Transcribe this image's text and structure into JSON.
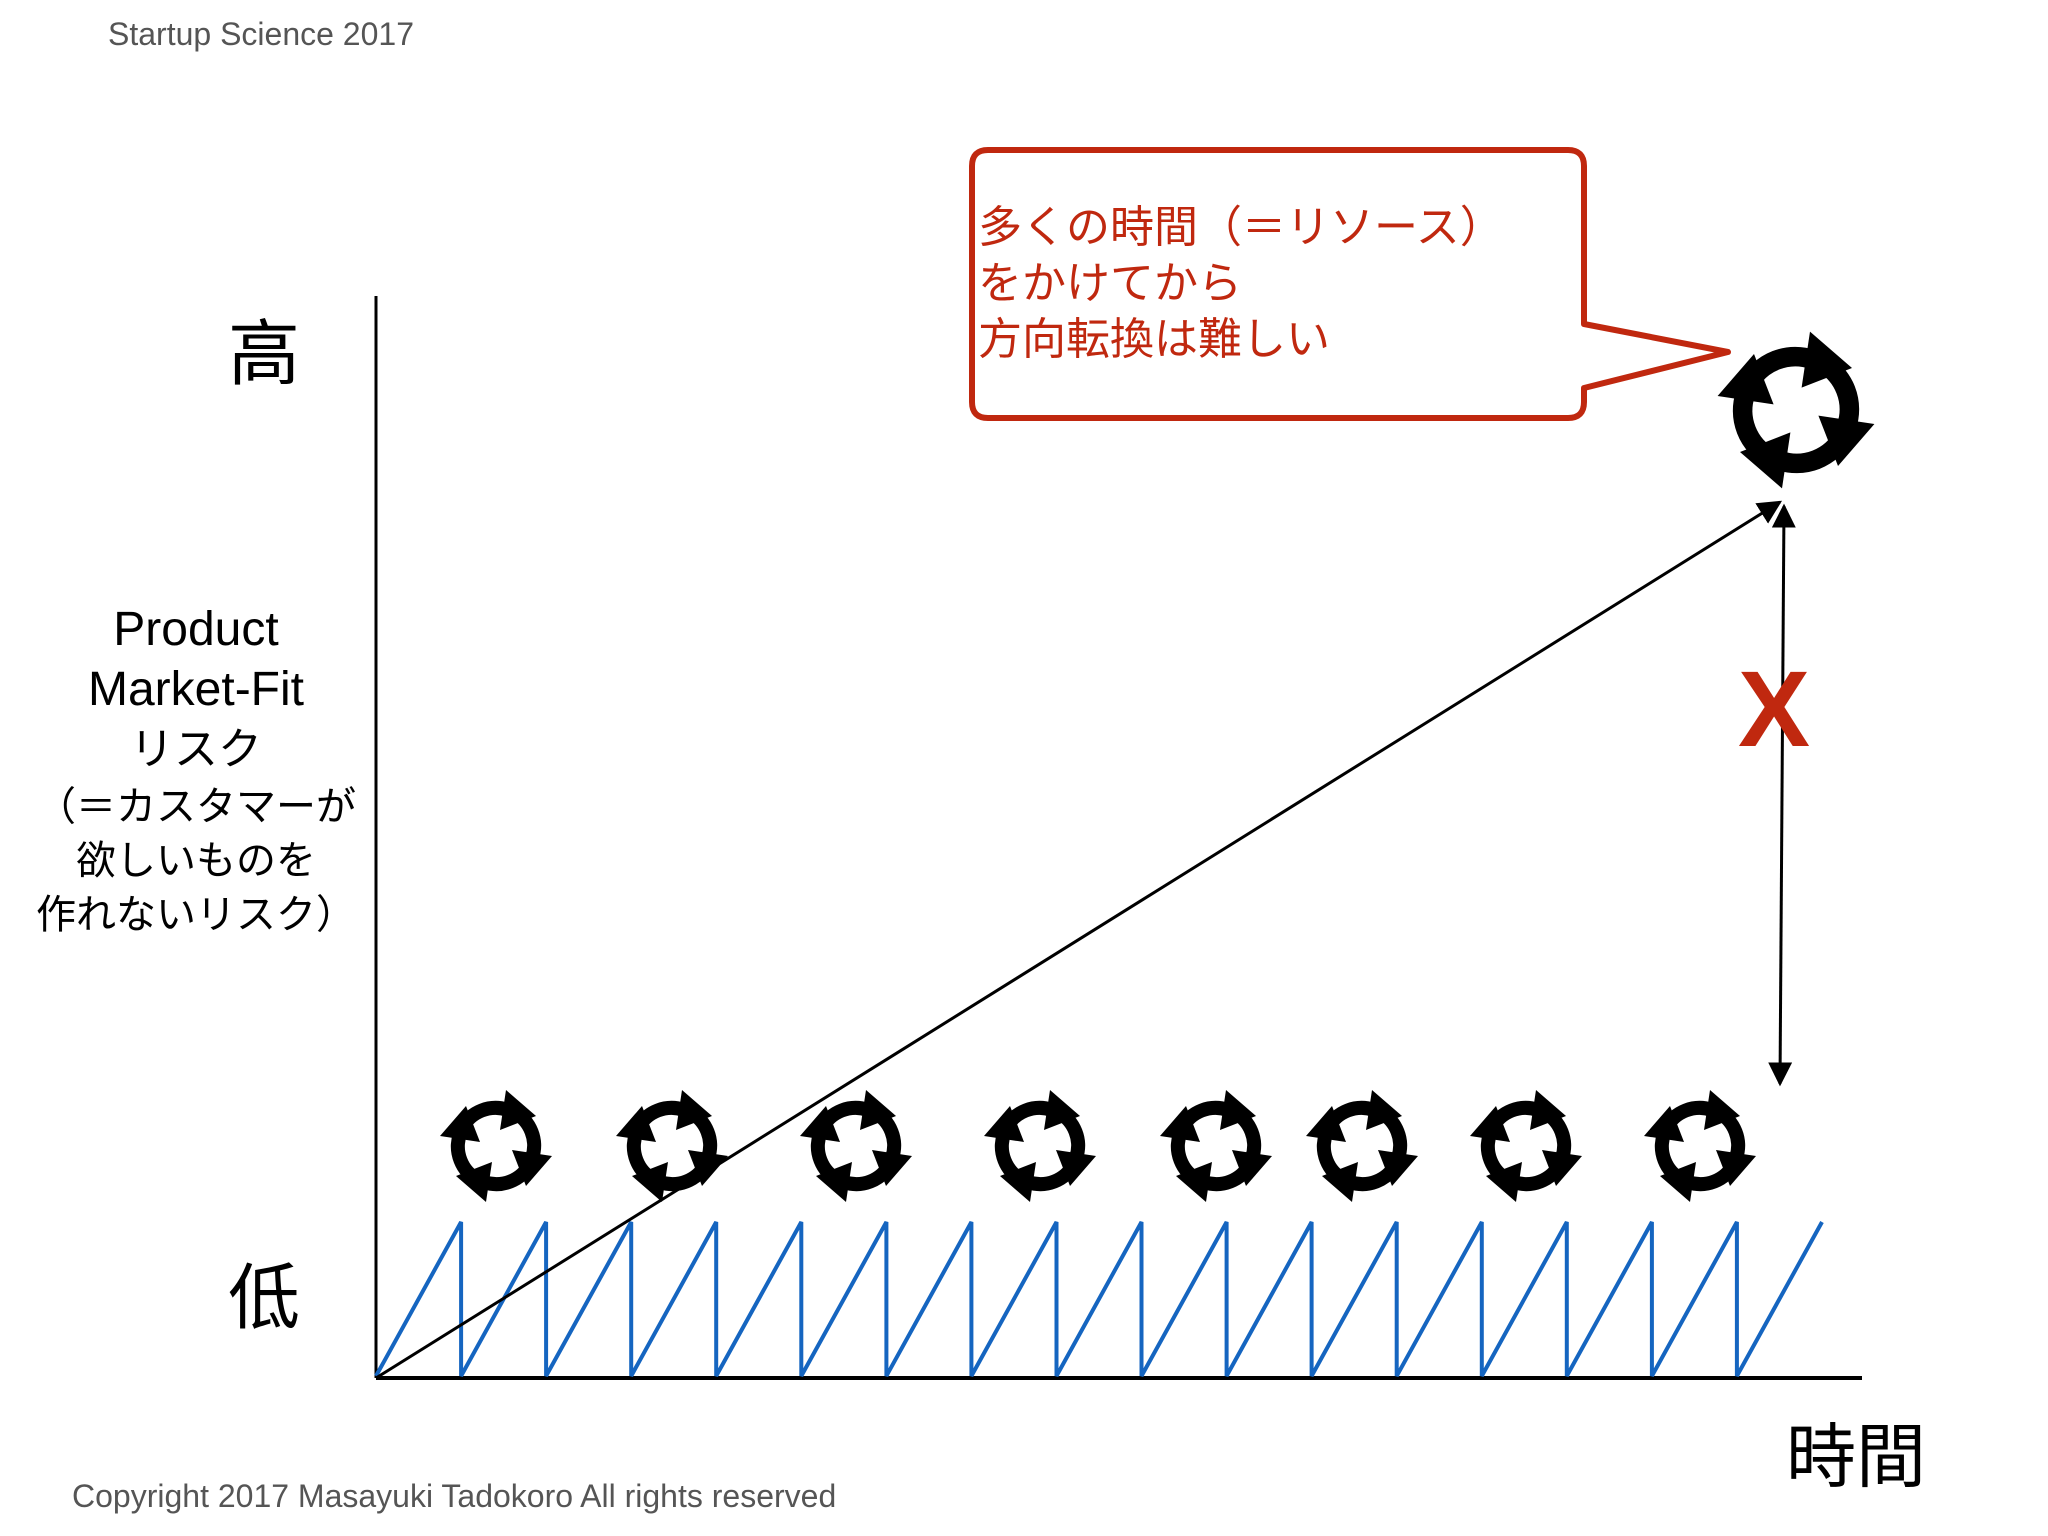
{
  "header": {
    "text": "Startup Science 2017"
  },
  "footer": {
    "text": "Copyright 2017 Masayuki Tadokoro All rights reserved"
  },
  "axis": {
    "y_high": "高",
    "y_low": "低",
    "x_label": "時間",
    "y_label_lines": [
      "Product",
      "Market-Fit",
      "リスク",
      "（＝カスタマーが",
      "欲しいものを",
      "作れないリスク）"
    ]
  },
  "callout": {
    "lines": [
      "多くの時間（＝リソース）",
      "をかけてから",
      "方向転換は難しい"
    ]
  },
  "gap_marker": "X",
  "colors": {
    "accent_red": "#c0280f",
    "sawtooth_blue": "#1565c0",
    "ink": "#000000"
  },
  "icons": {
    "cycle": "cycle-arrows-icon"
  },
  "small_cycle_count": 8,
  "sawtooth_peak_count": 17
}
